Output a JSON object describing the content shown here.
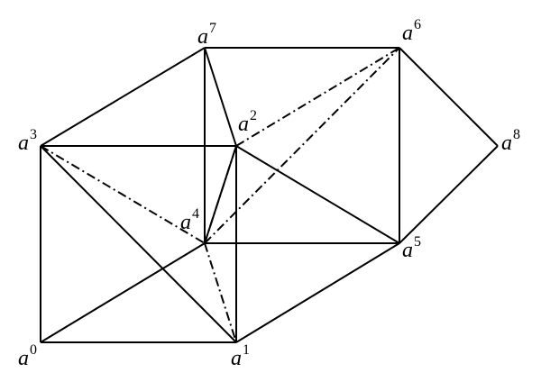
{
  "diagram": {
    "vertices": [
      {
        "id": "a0",
        "base": "a",
        "sup": "0"
      },
      {
        "id": "a1",
        "base": "a",
        "sup": "1"
      },
      {
        "id": "a2",
        "base": "a",
        "sup": "2"
      },
      {
        "id": "a3",
        "base": "a",
        "sup": "3"
      },
      {
        "id": "a4",
        "base": "a",
        "sup": "4"
      },
      {
        "id": "a5",
        "base": "a",
        "sup": "5"
      },
      {
        "id": "a6",
        "base": "a",
        "sup": "6"
      },
      {
        "id": "a7",
        "base": "a",
        "sup": "7"
      },
      {
        "id": "a8",
        "base": "a",
        "sup": "8"
      }
    ],
    "solid_edges": [
      [
        "a0",
        "a1"
      ],
      [
        "a0",
        "a3"
      ],
      [
        "a0",
        "a4"
      ],
      [
        "a3",
        "a1"
      ],
      [
        "a3",
        "a2"
      ],
      [
        "a3",
        "a7"
      ],
      [
        "a4",
        "a2"
      ],
      [
        "a4",
        "a5"
      ],
      [
        "a4",
        "a7"
      ],
      [
        "a2",
        "a1"
      ],
      [
        "a2",
        "a5"
      ],
      [
        "a2",
        "a7"
      ],
      [
        "a1",
        "a5"
      ],
      [
        "a5",
        "a6"
      ],
      [
        "a5",
        "a8"
      ],
      [
        "a6",
        "a7"
      ],
      [
        "a6",
        "a8"
      ]
    ],
    "dashdot_edges": [
      [
        "a3",
        "a4"
      ],
      [
        "a4",
        "a1"
      ],
      [
        "a4",
        "a2"
      ],
      [
        "a4",
        "a6"
      ],
      [
        "a2",
        "a6"
      ]
    ],
    "line_color": "#000000"
  }
}
